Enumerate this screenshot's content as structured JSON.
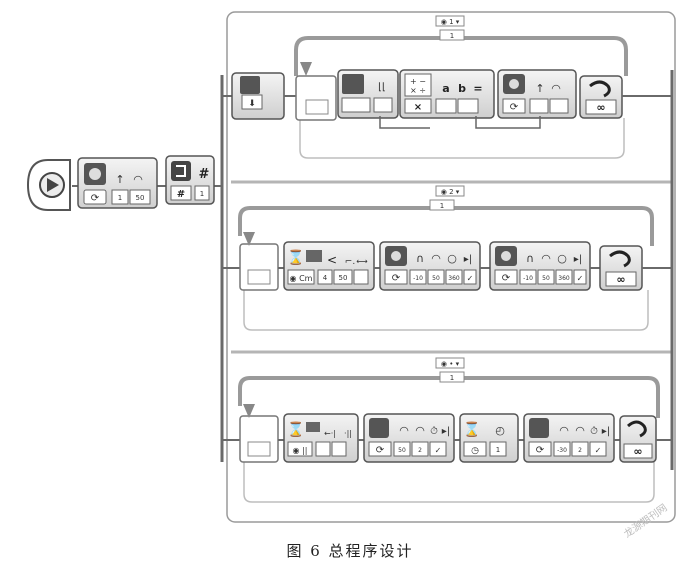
{
  "caption": "图 6   总程序设计",
  "watermark": "龙源期刊网",
  "threads": [
    {
      "loop_label": "1"
    },
    {
      "loop_label": "1"
    },
    {
      "loop_label": "1"
    }
  ],
  "blocks": {
    "variable_symbol": "#",
    "variable_value": "1",
    "math_a": "a",
    "math_b": "b",
    "math_eq": "=",
    "infinity": "∞",
    "motor_values_t1": [
      "1",
      "50"
    ],
    "motor_values_t2a": [
      "-10",
      "50",
      "360"
    ],
    "motor_values_t2b": [
      "-10",
      "50",
      "360"
    ],
    "motor_values_t3a": [
      "50",
      "2"
    ],
    "motor_values_t3b": [
      "-30",
      "2"
    ],
    "ultrasonic_compare": "<",
    "ultrasonic_values": [
      "4",
      "50"
    ],
    "timer_value": "1"
  }
}
